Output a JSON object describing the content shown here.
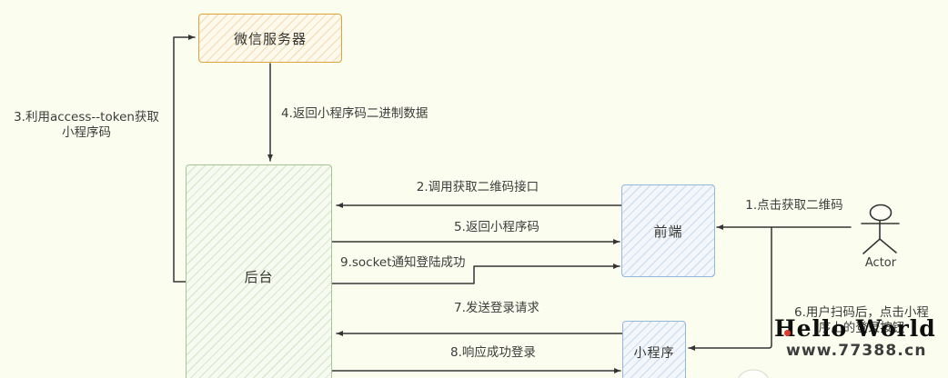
{
  "canvas": {
    "bg": "#fbfdee",
    "line_color": "#343434",
    "text_color": "#3c3c3c"
  },
  "nodes": {
    "wechat_server": {
      "label": "微信服务器",
      "border": "#dfa33c"
    },
    "backend": {
      "label": "后台",
      "border": "#a2c795"
    },
    "frontend": {
      "label": "前端",
      "border": "#93b7dd"
    },
    "miniprogram": {
      "label": "小程序",
      "border": "#93b7dd"
    },
    "actor": {
      "label": "Actor"
    }
  },
  "edges": {
    "e1": {
      "from": "actor",
      "to": "frontend",
      "label": "1.点击获取二维码"
    },
    "e2": {
      "from": "frontend",
      "to": "backend",
      "label": "2.调用获取二维码接口"
    },
    "e3": {
      "from": "backend",
      "to": "wechat_server",
      "label": "3.利用access--token获取小程序码"
    },
    "e4": {
      "from": "wechat_server",
      "to": "backend",
      "label": "4.返回小程序码二进制数据"
    },
    "e5": {
      "from": "backend",
      "to": "frontend",
      "label": "5.返回小程序码"
    },
    "e6": {
      "from": "actor",
      "to": "miniprogram",
      "label": "6.用户扫码后，点击小程序上的登录按钮"
    },
    "e7": {
      "from": "miniprogram",
      "to": "backend",
      "label": "7.发送登录请求"
    },
    "e8": {
      "from": "backend",
      "to": "miniprogram",
      "label": "8.响应成功登录"
    },
    "e9": {
      "from": "backend",
      "to": "frontend",
      "label": "9.socket通知登陆成功"
    }
  },
  "watermark": {
    "title": "Hello World",
    "url": "www.77388.cn",
    "dot_color": "#e03a2f"
  }
}
